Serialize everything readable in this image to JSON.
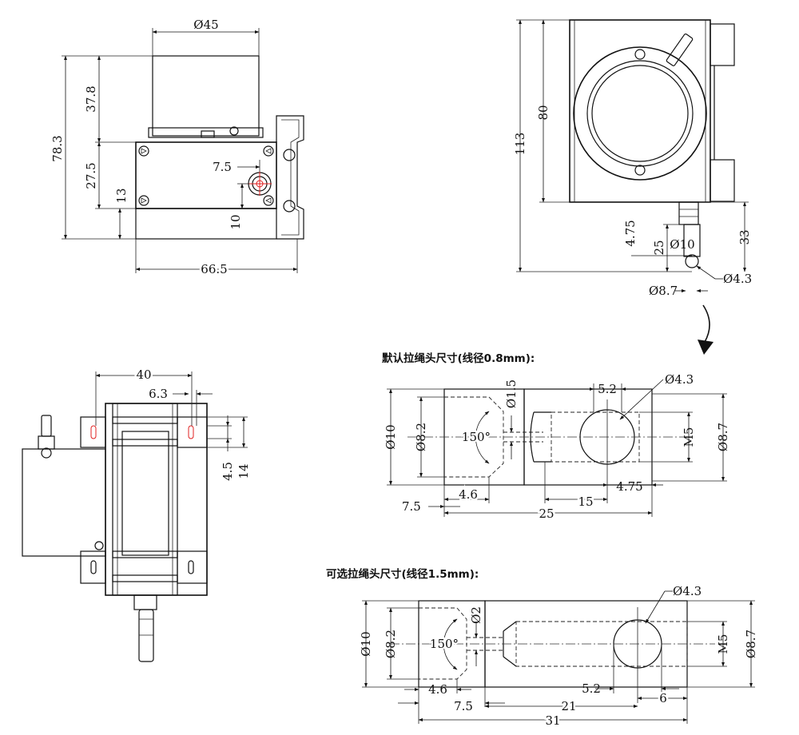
{
  "dims": {
    "top_left": {
      "d45": "Ø45",
      "d78_3": "78.3",
      "d37_8": "37.8",
      "d27_5": "27.5",
      "d13": "13",
      "d7_5": "7.5",
      "d10": "10",
      "d66_5": "66.5"
    },
    "top_right": {
      "d113": "113",
      "d80": "80",
      "d33": "33",
      "d25": "25",
      "d4_75": "4.75",
      "d10": "Ø10",
      "d4_3": "Ø4.3",
      "d8_7": "Ø8.7"
    },
    "bottom_left": {
      "d40": "40",
      "d6_3": "6.3",
      "d4_5": "4.5",
      "d14": "14"
    },
    "head1": {
      "title": "默认拉绳头尺寸(线径0.8mm):",
      "d10": "Ø10",
      "d8_2": "Ø8.2",
      "d1_5": "Ø1.5",
      "angle": "150°",
      "d5_2": "5.2",
      "d4_3": "Ø4.3",
      "m5": "M5",
      "d8_7": "Ø8.7",
      "d4_6": "4.6",
      "d7_5": "7.5",
      "d15": "15",
      "d4_75": "4.75",
      "d25": "25"
    },
    "head2": {
      "title": "可选拉绳头尺寸(线径1.5mm):",
      "d10": "Ø10",
      "d8_2": "Ø8.2",
      "d2": "Ø2",
      "angle": "150°",
      "d4_3": "Ø4.3",
      "m5": "M5",
      "d8_7": "Ø8.7",
      "d4_6": "4.6",
      "d7_5": "7.5",
      "d5_2": "5.2",
      "d21": "21",
      "d6": "6",
      "d31": "31"
    }
  }
}
